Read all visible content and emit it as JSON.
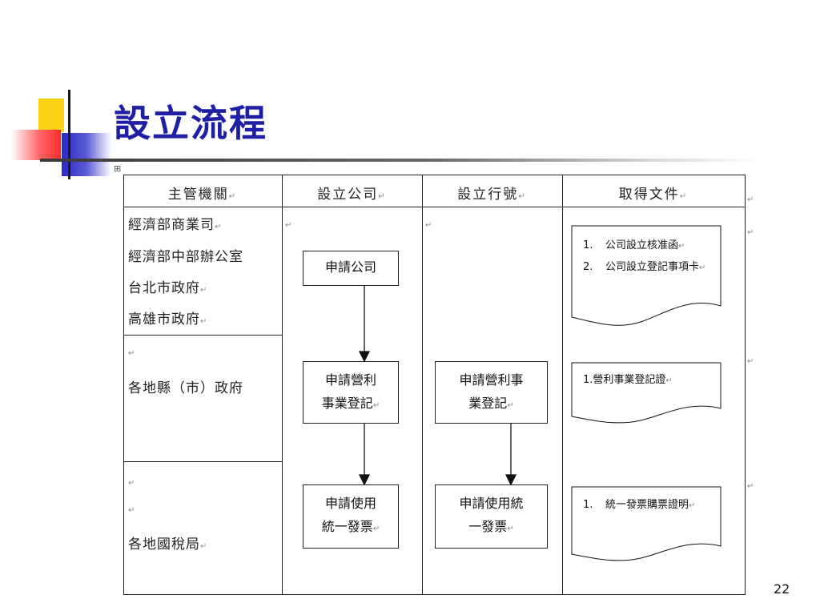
{
  "title": "設立流程",
  "slide_number": "22",
  "table": {
    "headers": [
      "主管機關",
      "設立公司",
      "設立行號",
      "取得文件"
    ],
    "rows": [
      {
        "authorities": [
          "經濟部商業司",
          "經濟部中部辦公室",
          "台北市政府",
          "高雄市政府"
        ]
      },
      {
        "authorities": [
          "各地縣（市）政府"
        ]
      },
      {
        "authorities": [
          "各地國稅局"
        ]
      }
    ]
  },
  "company_steps": [
    {
      "lines": [
        "申請公司"
      ]
    },
    {
      "lines": [
        "申請營利",
        "事業登記"
      ]
    },
    {
      "lines": [
        "申請使用",
        "統一發票"
      ]
    }
  ],
  "business_steps": [
    {
      "lines": [
        "申請營利事",
        "業登記"
      ]
    },
    {
      "lines": [
        "申請使用統",
        "一發票"
      ]
    }
  ],
  "documents": [
    {
      "items": [
        {
          "num": "1.",
          "text": "公司設立核准函"
        },
        {
          "num": "2.",
          "text": "公司設立登記事項卡"
        }
      ]
    },
    {
      "items": [
        {
          "num": "1.",
          "text": "營利事業登記證"
        }
      ]
    },
    {
      "items": [
        {
          "num": "1.",
          "text": "統一發票購票證明"
        }
      ]
    }
  ],
  "marks": {
    "return": "↵",
    "anchor": "⊞"
  }
}
